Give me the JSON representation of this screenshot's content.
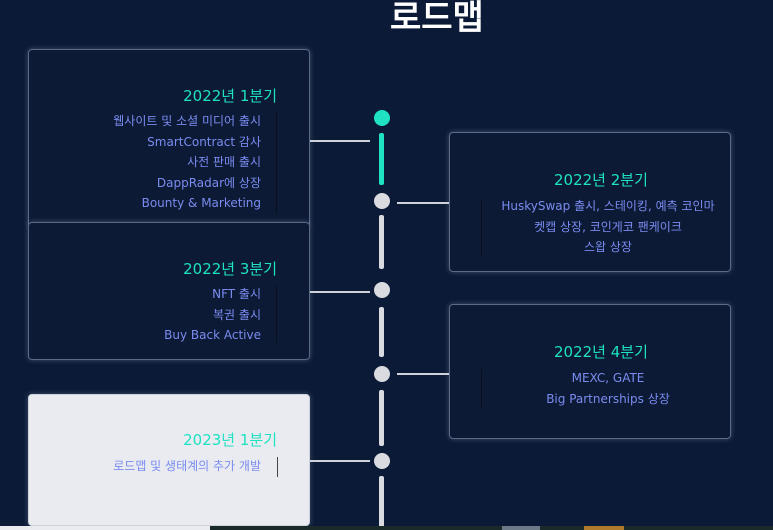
{
  "page": {
    "title": "로드맵"
  },
  "quarters": [
    {
      "title": "2022년 1분기",
      "items": [
        "웹사이트 및 소셜 미디어 출시",
        "SmartContract 감사",
        "사전 판매 출시",
        "DappRadar에 상장",
        "Bounty & Marketing"
      ]
    },
    {
      "title": "2022년 2분기",
      "items": [
        "HuskySwap 출시, 스테이킹, 예측 코인마",
        "켓캡 상장, 코인게코 팬케이크",
        "스왑 상장"
      ]
    },
    {
      "title": "2022년 3분기",
      "items": [
        "NFT 출시",
        "복권 출시",
        "Buy Back Active"
      ]
    },
    {
      "title": "2022년 4분기",
      "items": [
        "MEXC, GATE",
        "Big Partnerships 상장"
      ]
    },
    {
      "title": "2023년 1분기",
      "items": [
        "로드맵 및 생태계의 추가 개발"
      ]
    }
  ],
  "colors": {
    "background": "#0b1a36",
    "accent": "#1ee2c2",
    "item_text": "#7a8cf0"
  }
}
